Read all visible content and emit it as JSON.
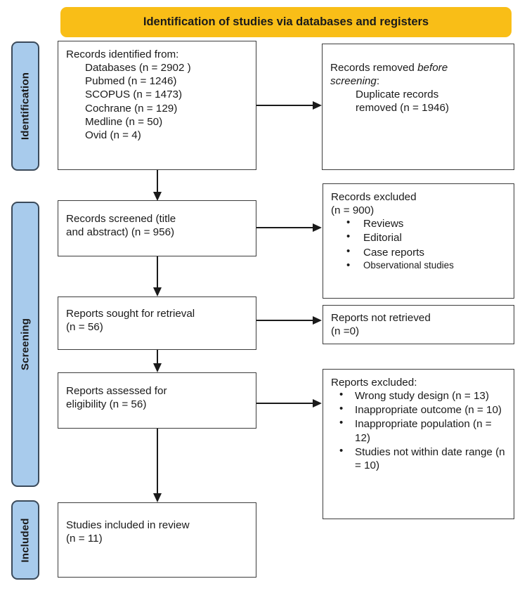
{
  "banner": {
    "title": "Identification of studies via databases and registers"
  },
  "stages": [
    {
      "name": "identification",
      "label": "Identification"
    },
    {
      "name": "screening",
      "label": "Screening"
    },
    {
      "name": "included",
      "label": "Included"
    }
  ],
  "boxes": {
    "records_identified": {
      "heading": "Records identified from:",
      "items": [
        "Databases (n = 2902 )",
        "Pubmed (n = 1246)",
        "SCOPUS (n = 1473)",
        "Cochrane (n = 129)",
        "Medline (n = 50)",
        "Ovid (n = 4)"
      ]
    },
    "records_removed": {
      "heading_pre": "Records removed ",
      "heading_em1": "before",
      "heading_em2": "screening",
      "heading_post": ":",
      "items": [
        "Duplicate records",
        "removed  (n = 1946)"
      ]
    },
    "records_screened": {
      "line1": "Records screened (title",
      "line2": "and abstract) (n = 956)"
    },
    "records_excluded": {
      "line1": "Records excluded",
      "line2": "(n = 900)",
      "items": [
        "Reviews",
        "Editorial",
        "Case reports",
        "Observational studies"
      ]
    },
    "reports_sought": {
      "line1": "Reports sought for retrieval",
      "line2": "(n = 56)"
    },
    "reports_not_retrieved": {
      "line1": "Reports not retrieved",
      "line2": "(n =0)"
    },
    "reports_assessed": {
      "line1": "Reports assessed for",
      "line2": "eligibility (n = 56)"
    },
    "reports_excluded": {
      "heading": "Reports excluded:",
      "items": [
        "Wrong study design (n =  13)",
        "Inappropriate outcome (n = 10)",
        "Inappropriate population (n = 12)",
        "Studies not within date range (n = 10)"
      ]
    },
    "studies_included": {
      "line1": "Studies included in review",
      "line2": "(n = 11)"
    }
  },
  "colors": {
    "banner": "#f9be17",
    "stage_bar": "#a8cbec",
    "stage_bar_border": "#3b4a5a",
    "box_border": "#3c3c3c",
    "text": "#1a1a1a"
  }
}
